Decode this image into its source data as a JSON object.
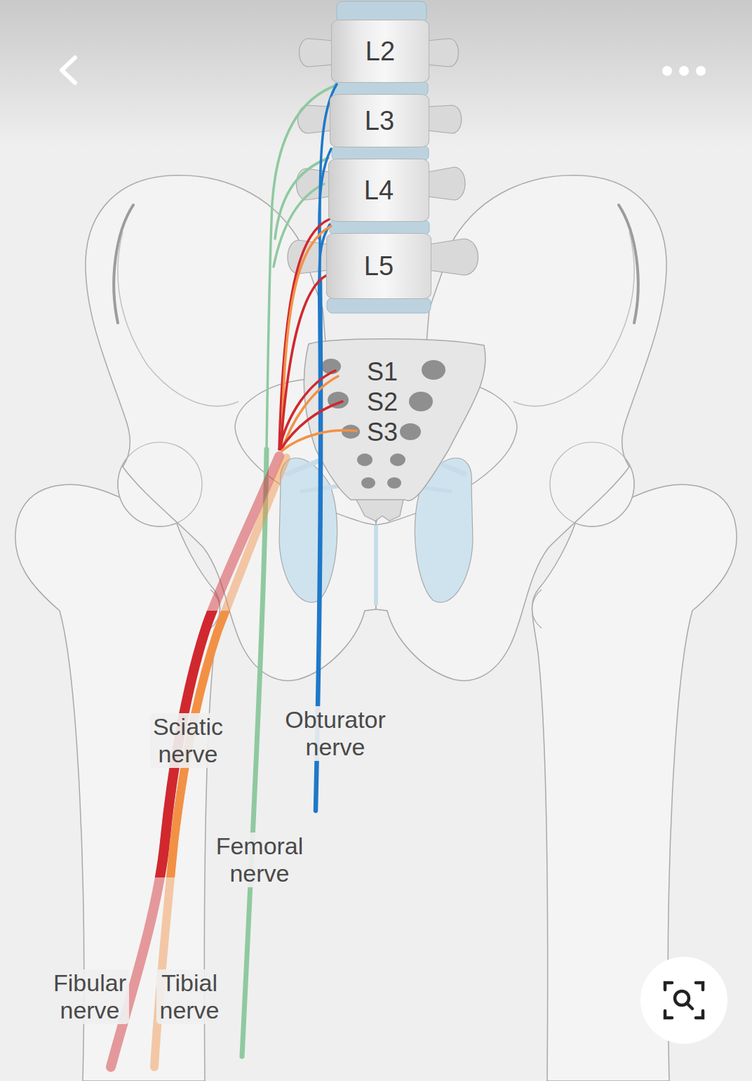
{
  "diagram": {
    "nodes": [
      {
        "text": [
          "L2"
        ]
      },
      {
        "text": [
          "L3"
        ]
      },
      {
        "text": [
          "L4"
        ]
      },
      {
        "text": [
          "L5"
        ]
      },
      {
        "text": [
          "S1",
          "S2",
          "S3"
        ]
      }
    ],
    "labels": [
      "Sciatic nerve",
      "Obturator nerve",
      "Femoral nerve",
      "Fibular nerve",
      "Tibial nerve"
    ]
  }
}
